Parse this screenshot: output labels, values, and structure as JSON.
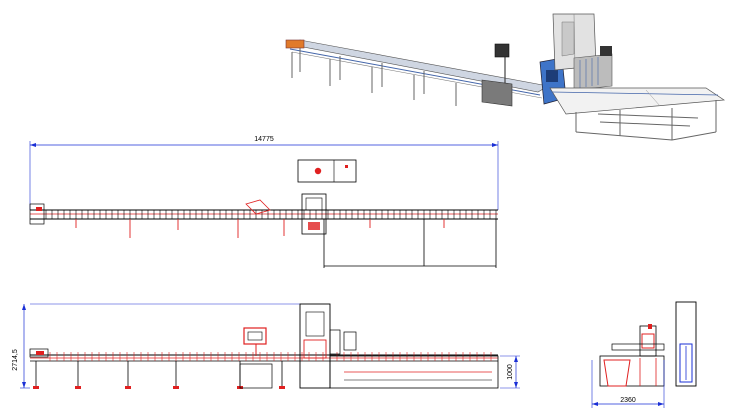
{
  "dimensions": {
    "top_length": "14775",
    "side_height": "2714,5",
    "table_height": "1000",
    "end_width": "2360"
  },
  "colors": {
    "line": "#000000",
    "detail": "#e02020",
    "dimension": "#1a2fd6",
    "frame": "#6a6a6a",
    "cover": "#d8d8d8",
    "panel": "#3e74c8",
    "accent": "#e07a2a"
  }
}
